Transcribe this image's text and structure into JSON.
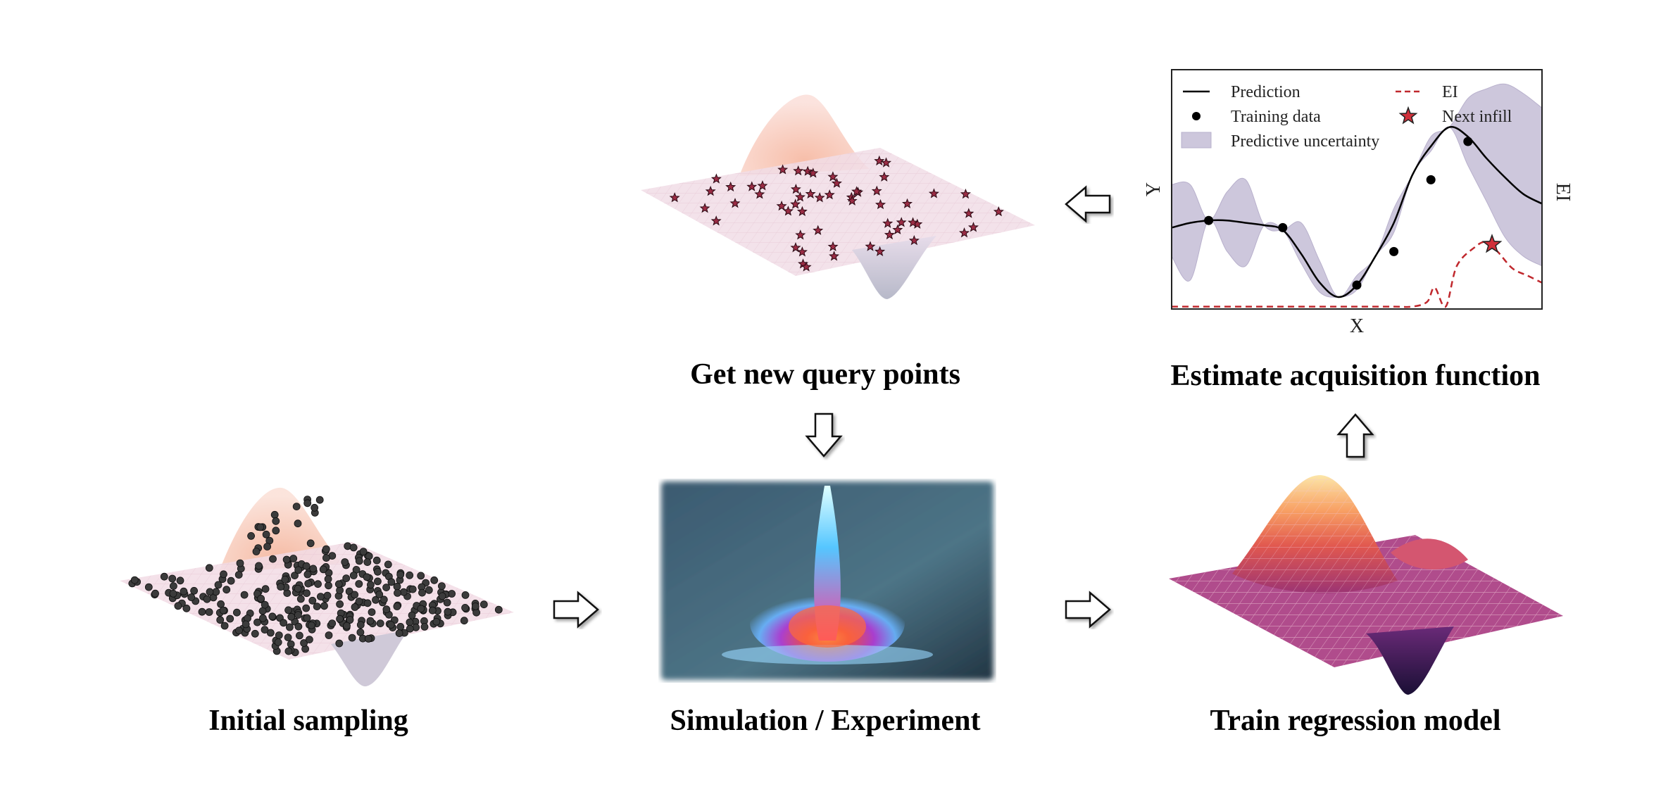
{
  "stages": {
    "initial_sampling": "Initial sampling",
    "simulation": "Simulation / Experiment",
    "train": "Train regression model",
    "acquisition": "Estimate acquisition function",
    "query": "Get new query points"
  },
  "chart_data": {
    "type": "line",
    "xlabel": "X",
    "ylabel": "Y",
    "y2label": "EI",
    "legend": {
      "placement": "top-left",
      "entries": [
        "Prediction",
        "Training data",
        "Predictive uncertainty",
        "EI",
        "Next infill"
      ]
    },
    "grid": false,
    "x_range": [
      0,
      1
    ],
    "y_range": [
      0,
      1
    ],
    "series": [
      {
        "name": "Prediction",
        "x": [
          0,
          0.05,
          0.1,
          0.15,
          0.2,
          0.25,
          0.3,
          0.35,
          0.4,
          0.45,
          0.5,
          0.55,
          0.6,
          0.65,
          0.7,
          0.75,
          0.8,
          0.85,
          0.9,
          0.95,
          1.0
        ],
        "y": [
          0.34,
          0.36,
          0.37,
          0.37,
          0.36,
          0.35,
          0.33,
          0.23,
          0.11,
          0.05,
          0.1,
          0.22,
          0.36,
          0.56,
          0.68,
          0.76,
          0.72,
          0.63,
          0.55,
          0.48,
          0.44
        ]
      },
      {
        "name": "Predictive uncertainty",
        "x": [
          0,
          0.05,
          0.1,
          0.15,
          0.2,
          0.25,
          0.3,
          0.35,
          0.4,
          0.45,
          0.5,
          0.55,
          0.6,
          0.65,
          0.7,
          0.75,
          0.8,
          0.85,
          0.9,
          0.95,
          1.0
        ],
        "lower": [
          0.22,
          0.12,
          0.37,
          0.24,
          0.18,
          0.35,
          0.33,
          0.19,
          0.07,
          0.05,
          0.08,
          0.22,
          0.32,
          0.56,
          0.66,
          0.76,
          0.6,
          0.45,
          0.3,
          0.22,
          0.18
        ],
        "upper": [
          0.52,
          0.52,
          0.37,
          0.49,
          0.54,
          0.35,
          0.33,
          0.36,
          0.2,
          0.05,
          0.14,
          0.22,
          0.42,
          0.56,
          0.72,
          0.76,
          0.88,
          0.92,
          0.94,
          0.9,
          0.84
        ]
      },
      {
        "name": "Training data",
        "x": [
          0.1,
          0.3,
          0.5,
          0.6,
          0.7,
          0.8
        ],
        "y": [
          0.37,
          0.34,
          0.1,
          0.24,
          0.54,
          0.7
        ]
      },
      {
        "name": "EI",
        "x": [
          0,
          0.1,
          0.2,
          0.3,
          0.4,
          0.5,
          0.6,
          0.65,
          0.69,
          0.71,
          0.74,
          0.77,
          0.82,
          0.85,
          0.88,
          0.92,
          0.96,
          1.0
        ],
        "y": [
          0.01,
          0.01,
          0.01,
          0.01,
          0.01,
          0.01,
          0.01,
          0.01,
          0.03,
          0.09,
          0.01,
          0.18,
          0.26,
          0.28,
          0.24,
          0.17,
          0.14,
          0.11
        ]
      },
      {
        "name": "Next infill",
        "x": [
          0.865
        ],
        "y": [
          0.27
        ]
      }
    ]
  }
}
